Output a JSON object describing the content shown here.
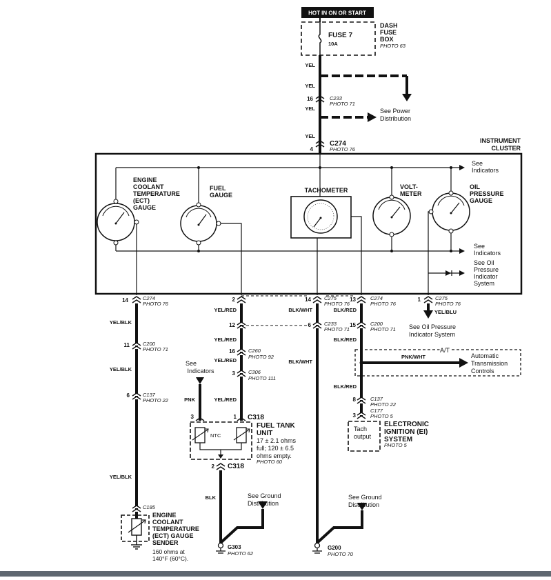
{
  "header": {
    "power_label": "HOT IN ON OR START"
  },
  "fuse_box": {
    "fuse_name": "FUSE 7",
    "fuse_rating": "10A",
    "box_label": [
      "DASH",
      "FUSE",
      "BOX"
    ],
    "photo": "PHOTO 63"
  },
  "top_wires": [
    {
      "color": "YEL"
    },
    {
      "color": "YEL"
    },
    {
      "color": "YEL"
    },
    {
      "color": "YEL"
    }
  ],
  "top_connectors": [
    {
      "pin": "16",
      "name": "C233",
      "photo": "PHOTO 71"
    },
    {
      "pin": "4",
      "name": "C274",
      "photo": "PHOTO 76"
    }
  ],
  "see_power": [
    "See Power",
    "Distribution"
  ],
  "cluster": {
    "title": [
      "INSTRUMENT",
      "CLUSTER"
    ],
    "ect_gauge": [
      "ENGINE",
      "COOLANT",
      "TEMPERATURE",
      "(ECT)",
      "GAUGE"
    ],
    "fuel_gauge": [
      "FUEL",
      "GAUGE"
    ],
    "tachometer": "TACHOMETER",
    "voltmeter": [
      "VOLT-",
      "METER"
    ],
    "oil_gauge": [
      "OIL",
      "PRESSURE",
      "GAUGE"
    ],
    "see_indicators_top": [
      "See",
      "Indicators"
    ],
    "see_indicators_mid": [
      "See",
      "Indicators"
    ],
    "see_oil_indicator": [
      "See Oil",
      "Pressure",
      "Indicator",
      "System"
    ]
  },
  "cluster_connectors": [
    {
      "pin": "14",
      "name": "C274",
      "photo": "PHOTO 76"
    },
    {
      "pin": "2",
      "name": "",
      "photo": ""
    },
    {
      "pin": "14",
      "name": "C275",
      "photo": "PHOTO 76"
    },
    {
      "pin": "13",
      "name": "C274",
      "photo": "PHOTO 76"
    },
    {
      "pin": "1",
      "name": "C275",
      "photo": "PHOTO 76"
    }
  ],
  "ect_circuit": {
    "wire_colors": [
      "YEL/BLK",
      "YEL/BLK",
      "YEL/BLK"
    ],
    "connectors": [
      {
        "pin": "11",
        "name": "C200",
        "photo": "PHOTO 71"
      },
      {
        "pin": "6",
        "name": "C137",
        "photo": "PHOTO 22"
      },
      {
        "pin": "",
        "name": "C185",
        "photo": ""
      }
    ],
    "sender": [
      "ENGINE",
      "COOLANT",
      "TEMPERATURE",
      "(ECT) GAUGE",
      "SENDER"
    ],
    "sender_spec": [
      "160 ohms at",
      "140°F (60°C)."
    ]
  },
  "fuel_circuit": {
    "wire_colors": [
      "YEL/RED",
      "YEL/RED",
      "YEL/RED",
      "YEL/RED"
    ],
    "connectors": [
      {
        "pin": "12",
        "name": "",
        "photo": ""
      },
      {
        "pin": "16",
        "name": "C260",
        "photo": "PHOTO 92"
      },
      {
        "pin": "3",
        "name": "C306",
        "photo": "PHOTO 111"
      }
    ],
    "see_indicators": [
      "See",
      "Indicators"
    ],
    "pnk": "PNK",
    "unit_connector": {
      "pins": [
        "3",
        "1"
      ],
      "name": "C318"
    },
    "ntc": "NTC",
    "unit_title": [
      "FUEL TANK",
      "UNIT"
    ],
    "unit_spec": [
      "17 ± 2.1 ohms",
      "full; 120 ± 6.5",
      "ohms empty."
    ],
    "unit_photo": "PHOTO 60",
    "ground_connector": {
      "pin": "2",
      "name": "C318"
    },
    "blk": "BLK",
    "see_ground": [
      "See Ground",
      "Distribution"
    ],
    "ground": {
      "name": "G303",
      "photo": "PHOTO 62"
    }
  },
  "tach_circuit": {
    "c233": {
      "pin": "6",
      "name": "C233",
      "photo": "PHOTO 71"
    },
    "wire_colors": [
      "BLK/WHT",
      "BLK/WHT"
    ],
    "see_ground": [
      "See Ground",
      "Distribution"
    ],
    "ground": {
      "name": "G200",
      "photo": "PHOTO 70"
    }
  },
  "ignition_circuit": {
    "c200": {
      "pin": "15",
      "name": "C200",
      "photo": "PHOTO 71"
    },
    "wire_colors": [
      "BLK/RED",
      "BLK/RED",
      "BLK/RED"
    ],
    "at_label": "A/T",
    "pnk_wht": "PNK/WHT",
    "trans": [
      "Automatic",
      "Transmission",
      "Controls"
    ],
    "c137": {
      "pin": "8",
      "name": "C137",
      "photo": "PHOTO 22"
    },
    "c177": {
      "pin": "3",
      "name": "C177",
      "photo": "PHOTO 5"
    },
    "tach_output": [
      "Tach",
      "output"
    ],
    "system": [
      "ELECTRONIC",
      "IGNITION (EI)",
      "SYSTEM"
    ],
    "system_photo": "PHOTO 5"
  },
  "oil_circuit": {
    "wire_color": "YEL/BLU",
    "see": [
      "See Oil Pressure",
      "Indicator System"
    ]
  }
}
